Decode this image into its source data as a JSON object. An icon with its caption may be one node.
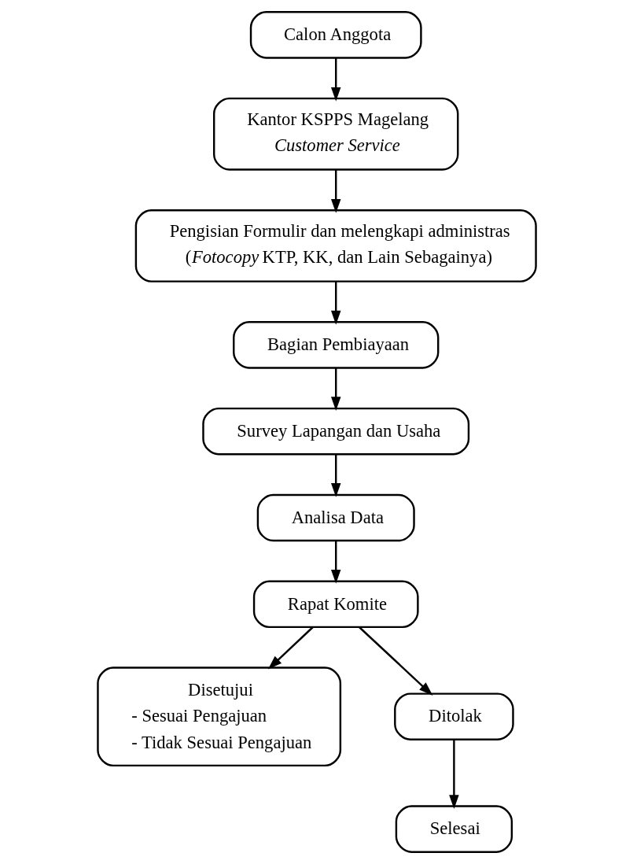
{
  "diagram": {
    "nodes": [
      {
        "text": [
          "Calon Anggota"
        ]
      },
      {
        "text": [
          "Kantor KSPPS Magelang",
          "*Customer Service*"
        ]
      },
      {
        "text": [
          "Pengisian Formulir dan melengkapi administras",
          "(*Fotocopy* KTP, KK, dan Lain Sebagainya)"
        ]
      },
      {
        "text": [
          "Bagian Pembiayaan"
        ]
      },
      {
        "text": [
          "Survey Lapangan dan Usaha"
        ]
      },
      {
        "text": [
          "Analisa Data"
        ]
      },
      {
        "text": [
          "Rapat Komite"
        ]
      },
      {
        "text": [
          "Disetujui",
          "- Sesuai Pengajuan",
          "- Tidak Sesuai Pengajuan"
        ]
      },
      {
        "text": [
          "Ditolak"
        ]
      },
      {
        "text": [
          "Selesai"
        ]
      }
    ],
    "edges": [
      {
        "from": 0,
        "to": 1,
        "arrow": "to"
      },
      {
        "from": 1,
        "to": 2,
        "arrow": "to"
      },
      {
        "from": 2,
        "to": 3,
        "arrow": "to"
      },
      {
        "from": 3,
        "to": 4,
        "arrow": "to"
      },
      {
        "from": 4,
        "to": 5,
        "arrow": "to"
      },
      {
        "from": 5,
        "to": 6,
        "arrow": "to"
      },
      {
        "from": 6,
        "to": 7,
        "arrow": "to"
      },
      {
        "from": 6,
        "to": 8,
        "arrow": "to"
      },
      {
        "from": 8,
        "to": 9,
        "arrow": "to"
      }
    ]
  }
}
